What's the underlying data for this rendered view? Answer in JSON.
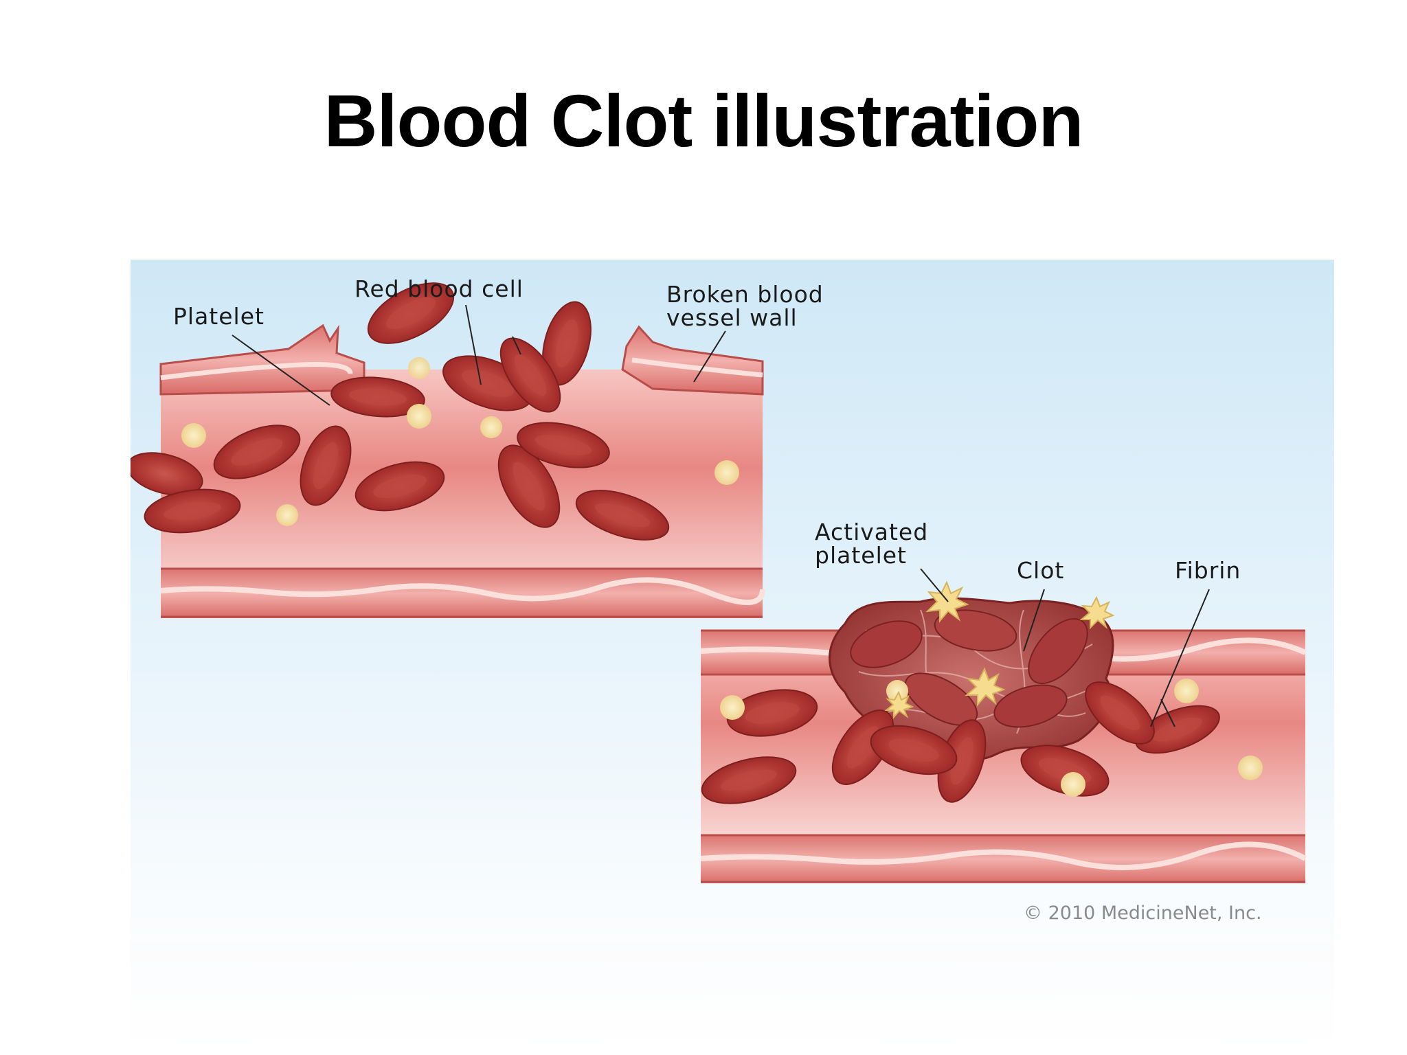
{
  "slide": {
    "title": "Blood Clot illustration"
  },
  "illustration": {
    "labels": {
      "platelet": "Platelet",
      "red_blood_cell": "Red blood cell",
      "broken_wall_line1": "Broken blood",
      "broken_wall_line2": "vessel wall",
      "activated_line1": "Activated",
      "activated_line2": "platelet",
      "clot": "Clot",
      "fibrin": "Fibrin"
    },
    "copyright": "© 2010 MedicineNet, Inc."
  },
  "colors": {
    "background_top": "#cfe8f6",
    "background_bottom": "#ffffff",
    "vessel_wall": "#e98f8a",
    "vessel_lumen": "#f3b9b6",
    "red_blood_cell": "#b83a3a",
    "platelet": "#f5e3a6",
    "clot": "#9e3838"
  }
}
